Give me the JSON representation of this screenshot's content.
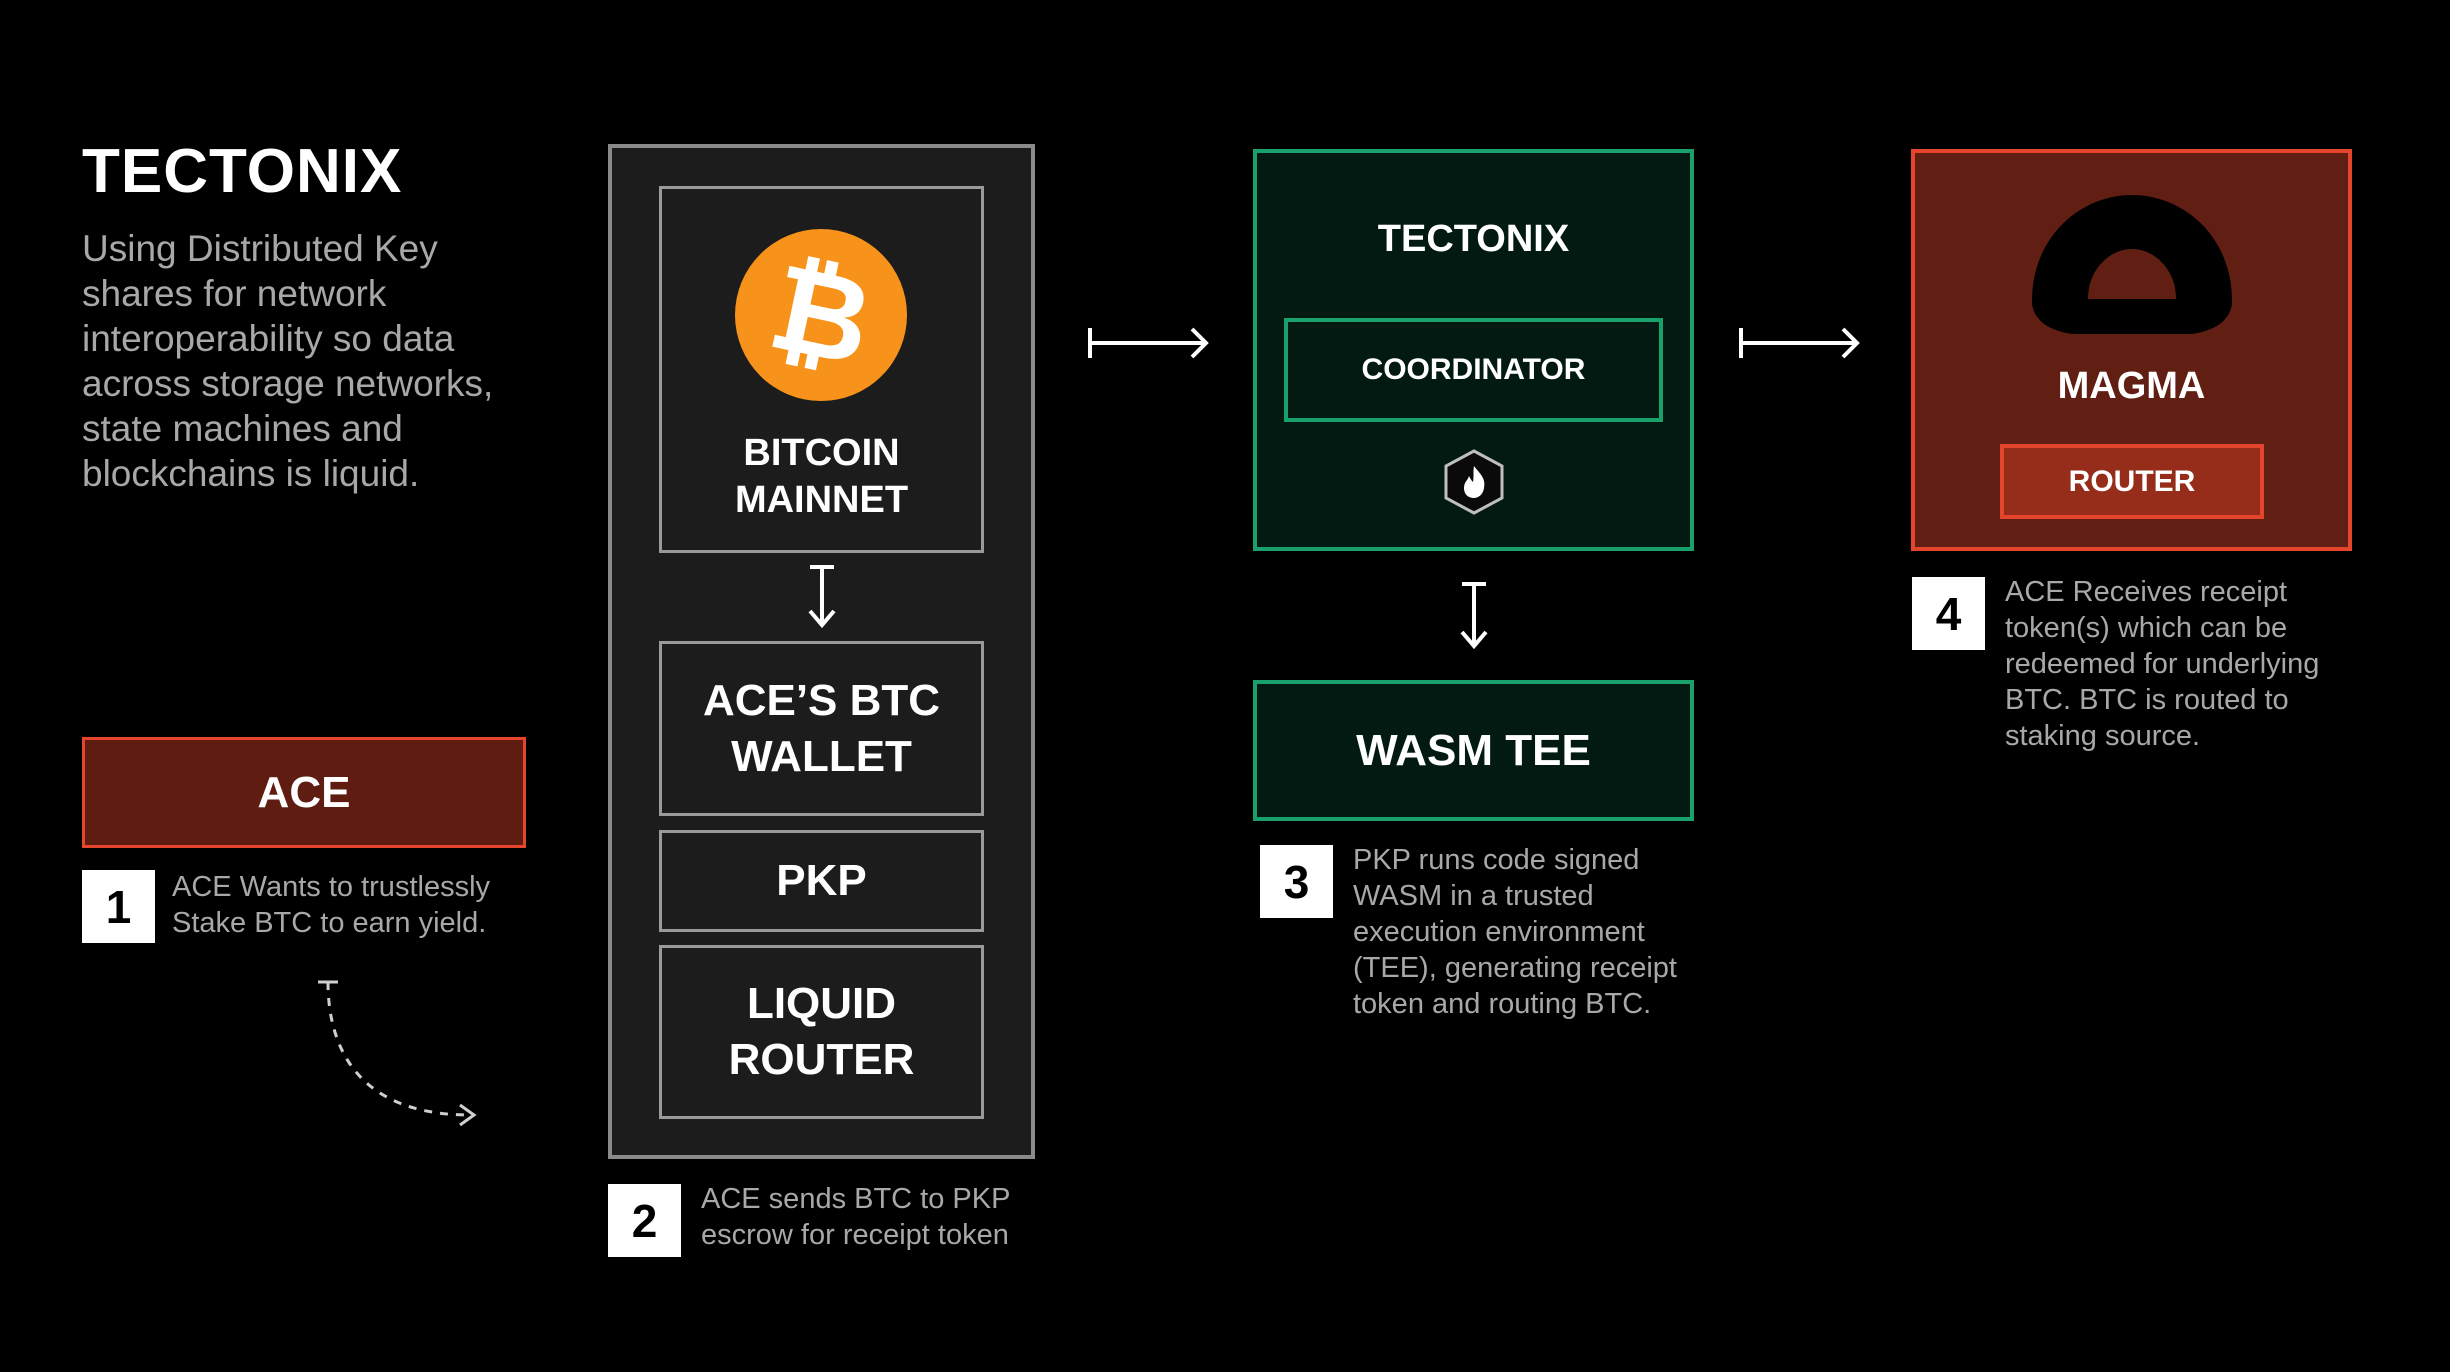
{
  "intro": {
    "title": "TECTONIX",
    "description": "Using Distributed Key shares for network interoperability so data across storage networks, state machines and blockchains is liquid."
  },
  "ace": {
    "label": "ACE"
  },
  "steps": [
    {
      "number": "1",
      "text": "ACE Wants to trustlessly Stake BTC to earn yield."
    },
    {
      "number": "2",
      "text": "ACE sends BTC to PKP escrow for receipt token"
    },
    {
      "number": "3",
      "text": "PKP runs code signed WASM in a trusted execution environment (TEE), generating receipt token and routing BTC."
    },
    {
      "number": "4",
      "text": "ACE Receives receipt token(s) which can be redeemed for underlying BTC. BTC is routed to staking source."
    }
  ],
  "bitcoin_column": {
    "coin_symbol": "₿",
    "mainnet_label_line1": "BITCOIN",
    "mainnet_label_line2": "MAINNET",
    "wallet_line1": "ACE’S BTC",
    "wallet_line2": "WALLET",
    "pkp_label": "PKP",
    "router_line1": "LIQUID",
    "router_line2": "ROUTER"
  },
  "tectonix_node": {
    "label": "TECTONIX",
    "coordinator_label": "COORDINATOR",
    "icon": "flame-hexagon-icon"
  },
  "wasm": {
    "label": "WASM TEE"
  },
  "magma": {
    "label": "MAGMA",
    "router_label": "ROUTER",
    "icon": "dome-icon"
  },
  "colors": {
    "background": "#000000",
    "ace_red": "#e5452c",
    "ace_fill": "#5e1d10",
    "bitcoin_orange": "#f7931a",
    "tectonix_green": "#1aa06b",
    "tectonix_fill": "#031a12",
    "magma_fill": "#611e12",
    "muted_text": "#a8a8a8"
  }
}
